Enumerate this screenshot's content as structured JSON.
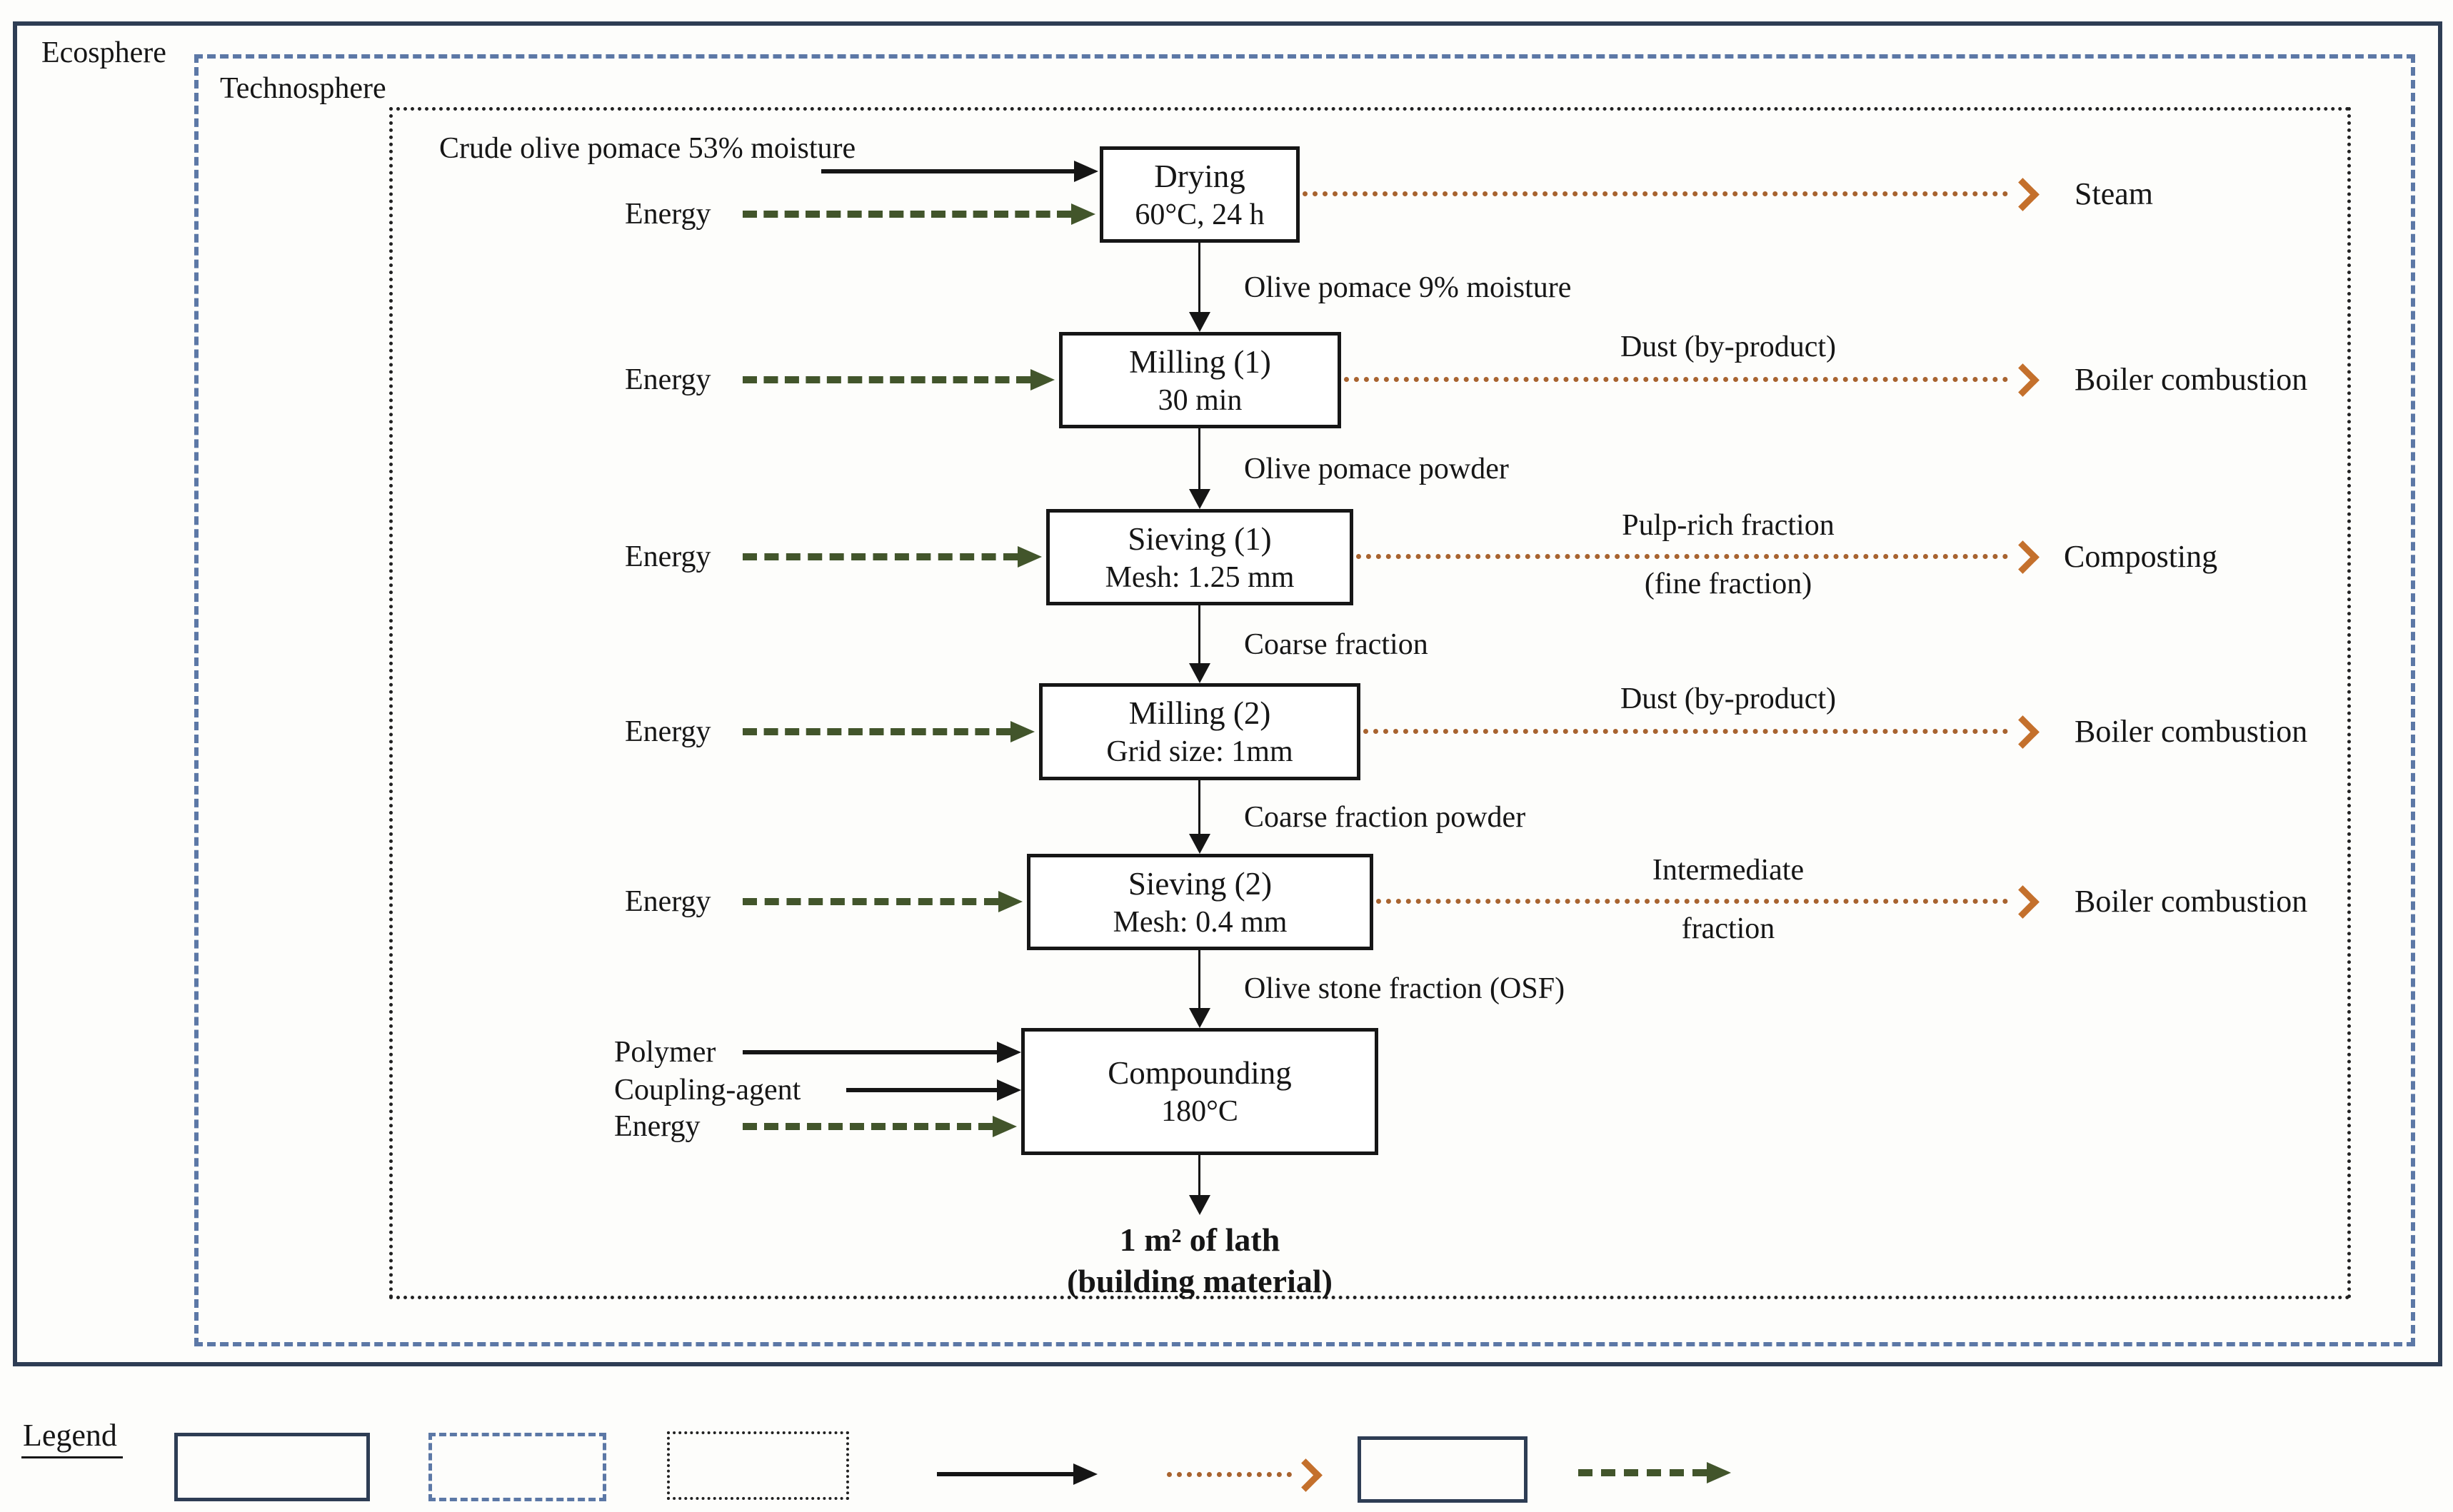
{
  "labels": {
    "ecosphere": "Ecosphere",
    "technosphere": "Technosphere",
    "legend": "Legend",
    "energy": "Energy",
    "crude_input": "Crude olive pomace 53% moisture",
    "polymer": "Polymer",
    "coupling_agent": "Coupling-agent"
  },
  "steps": [
    {
      "title": "Drying",
      "subtitle": "60°C, 24 h"
    },
    {
      "title": "Milling (1)",
      "subtitle": "30 min"
    },
    {
      "title": "Sieving (1)",
      "subtitle": "Mesh: 1.25 mm"
    },
    {
      "title": "Milling (2)",
      "subtitle": "Grid size: 1mm"
    },
    {
      "title": "Sieving (2)",
      "subtitle": "Mesh: 0.4 mm"
    },
    {
      "title": "Compounding",
      "subtitle": "180°C"
    }
  ],
  "flows": [
    "Olive pomace 9% moisture",
    "Olive pomace powder",
    "Coarse fraction",
    "Coarse fraction powder",
    "Olive stone fraction (OSF)"
  ],
  "outputs": [
    {
      "mid": "",
      "mid2": "",
      "dest": "Steam"
    },
    {
      "mid": "Dust (by-product)",
      "mid2": "",
      "dest": "Boiler combustion"
    },
    {
      "mid": "Pulp-rich fraction",
      "mid2": "(fine fraction)",
      "dest": "Composting"
    },
    {
      "mid": "Dust (by-product)",
      "mid2": "",
      "dest": "Boiler combustion"
    },
    {
      "mid": "Intermediate",
      "mid2": "fraction",
      "dest": "Boiler combustion"
    }
  ],
  "product": {
    "line1": "1 m² of lath",
    "line2": "(building material)"
  },
  "legend_items": [
    "solid-boundary-box",
    "dashed-boundary-box",
    "dotted-boundary-box",
    "solid-flow-arrow",
    "dotted-output-arrow",
    "process-box",
    "dashed-energy-arrow"
  ],
  "colors": {
    "boundary_navy": "#2e3d54",
    "technosphere_blue": "#5c78a6",
    "process_border": "#161616",
    "energy_green": "#42552b",
    "output_orange": "#a8632f",
    "output_orange_head": "#c4702c"
  }
}
